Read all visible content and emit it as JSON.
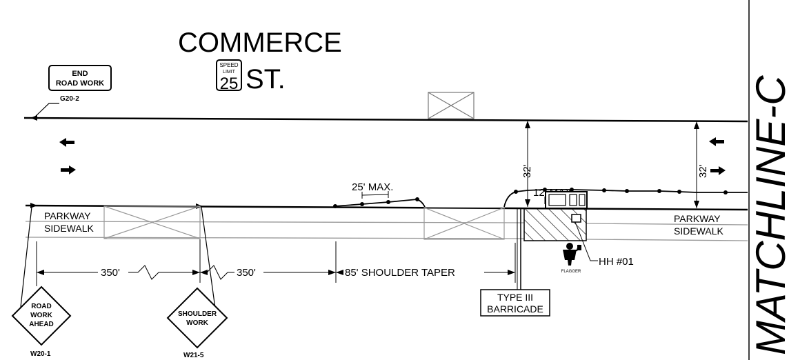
{
  "street": {
    "name_line1": "COMMERCE",
    "name_line2": "ST."
  },
  "speed_sign": {
    "top": "SPEED",
    "middle": "LIMIT",
    "value": "25"
  },
  "signs": {
    "end_road_work": {
      "line1": "END",
      "line2": "ROAD WORK",
      "code": "G20-2"
    },
    "road_work_ahead": {
      "line1": "ROAD",
      "line2": "WORK",
      "line3": "AHEAD",
      "code": "W20-1"
    },
    "shoulder_work": {
      "line1": "SHOULDER",
      "line2": "WORK",
      "code": "W21-5"
    }
  },
  "parkway_left": {
    "line1": "PARKWAY",
    "line2": "SIDEWALK"
  },
  "parkway_right": {
    "line1": "PARKWAY",
    "line2": "SIDEWALK"
  },
  "dimensions": {
    "width_left": "32'",
    "width_right": "32'",
    "spacing_12": "12' MAX.",
    "spacing_25": "25' MAX.",
    "dist_350_a": "350'",
    "dist_350_b": "350'",
    "taper": "85' SHOULDER TAPER"
  },
  "barricade": {
    "line1": "TYPE III",
    "line2": "BARRICADE"
  },
  "flagger": "FLAGGER",
  "handhole": "HH #01",
  "matchline": "MATCHLINE-C"
}
